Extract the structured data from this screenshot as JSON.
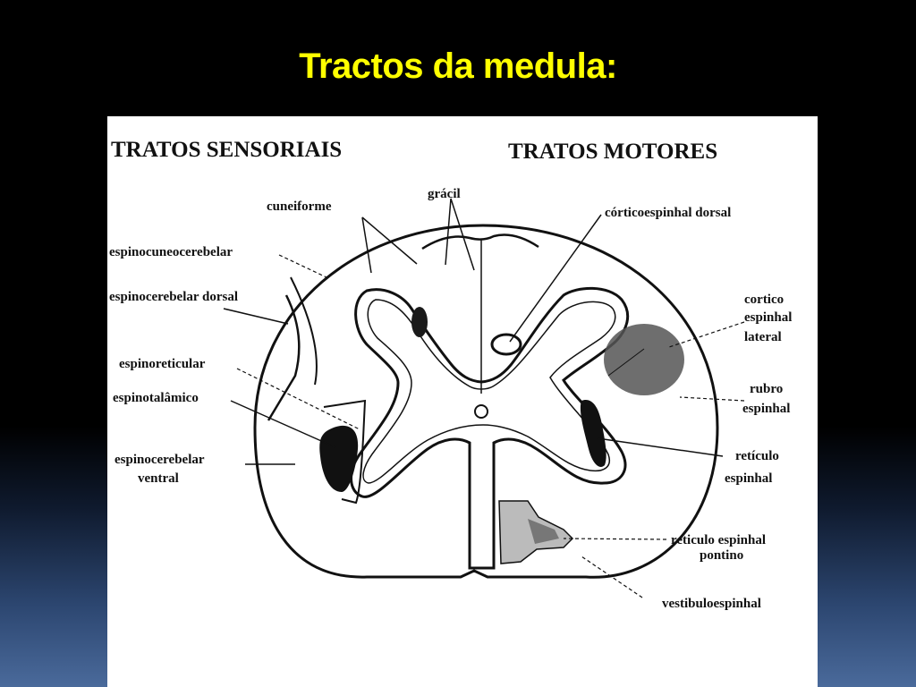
{
  "slide": {
    "title": "Tractos  da medula:",
    "title_color": "#ffff00"
  },
  "diagram": {
    "headers": {
      "sensory": "TRATOS SENSORIAIS",
      "motor": "TRATOS MOTORES"
    },
    "labels": {
      "cuneiforme": "cuneiforme",
      "gracil": "grácil",
      "espinocuneocerebelar": "espinocuneocerebelar",
      "espinocerebelar_dorsal": "espinocerebelar dorsal",
      "espinoreticular": "espinoreticular",
      "espinotalamico": "espinotalâmico",
      "espinocerebelar_ventral_1": "espinocerebelar",
      "espinocerebelar_ventral_2": "ventral",
      "corticoespinhal_dorsal": "córticoespinhal dorsal",
      "cortico_lateral_1": "cortico",
      "cortico_lateral_2": "espinhal",
      "cortico_lateral_3": "lateral",
      "rubro_1": "rubro",
      "rubro_2": "espinhal",
      "reticulo_1": "retículo",
      "reticulo_2": "espinhal",
      "reticulo_pontino_1": "reticulo espinhal",
      "reticulo_pontino_2": "pontino",
      "vestibuloespinhal": "vestibuloespinhal"
    }
  }
}
